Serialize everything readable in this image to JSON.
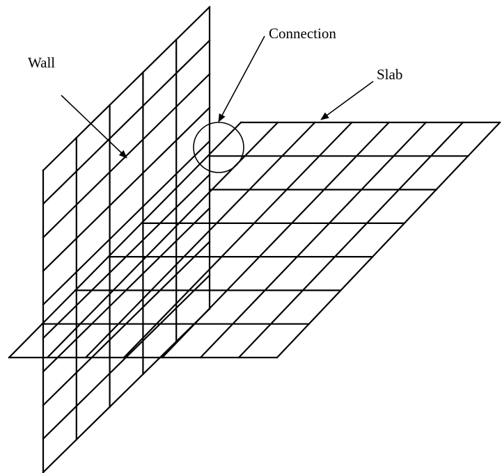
{
  "labels": {
    "wall": "Wall",
    "connection": "Connection",
    "slab": "Slab"
  },
  "colors": {
    "line": "#000000",
    "background": "#ffffff"
  }
}
